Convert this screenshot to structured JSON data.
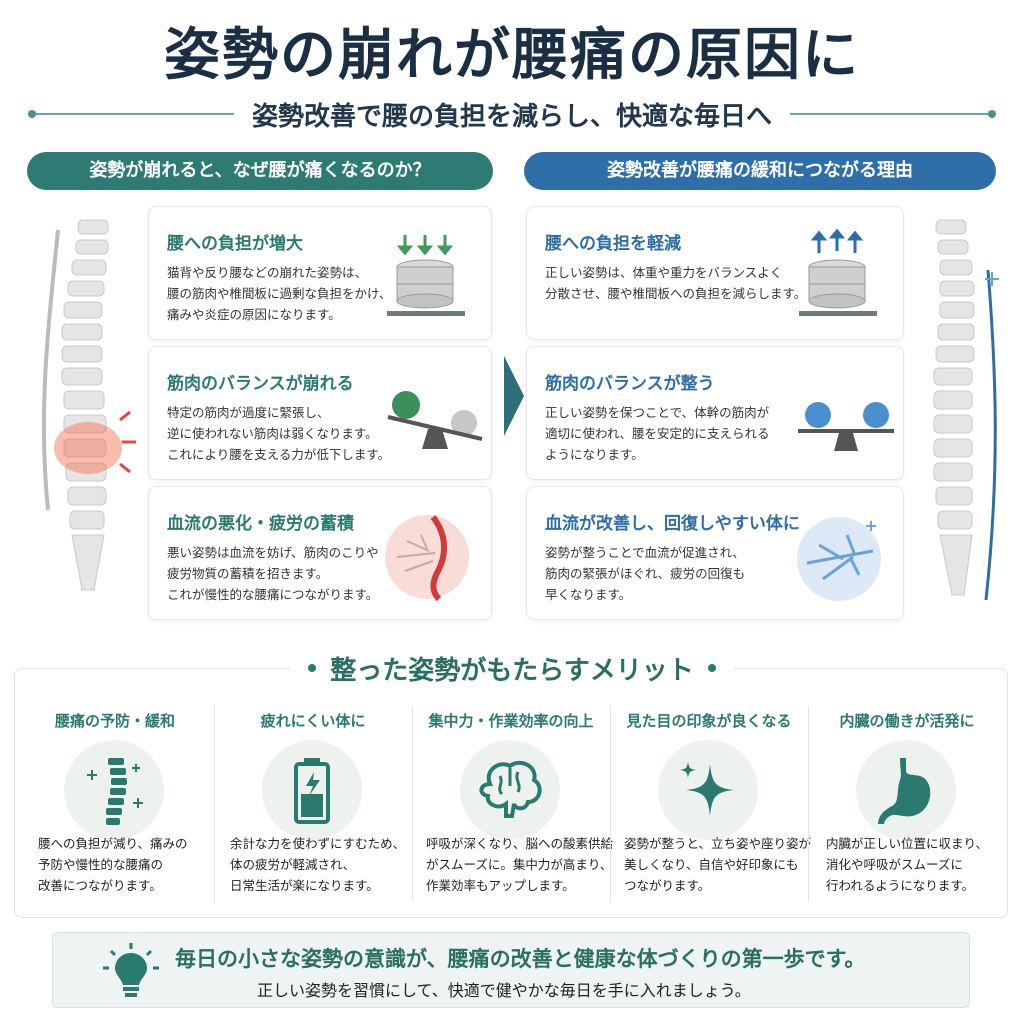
{
  "title": "姿勢の崩れが腰痛の原因に",
  "subtitle": "姿勢改善で腰の負担を減らし、快適な毎日へ",
  "left_column": {
    "header": "姿勢が崩れると、なぜ腰が痛くなるのか？",
    "cards": [
      {
        "heading": "腰への負担が増大",
        "lines": [
          "猫背や反り腰などの崩れた姿勢は、",
          "腰の筋肉や椎間板に過剰な負担をかけ、",
          "痛みや炎症の原因になります。"
        ],
        "icon": "compressed-disc-icon"
      },
      {
        "heading": "筋肉のバランスが崩れる",
        "lines": [
          "特定の筋肉が過度に緊張し、",
          "逆に使われない筋肉は弱くなります。",
          "これにより腰を支える力が低下します。"
        ],
        "icon": "unbalanced-scale-icon"
      },
      {
        "heading": "血流の悪化・疲労の蓄積",
        "lines": [
          "悪い姿勢は血流を妨げ、筋肉のこりや",
          "疲労物質の蓄積を招きます。",
          "これが慢性的な腰痛につながります。"
        ],
        "icon": "poor-circulation-icon"
      }
    ]
  },
  "right_column": {
    "header": "姿勢改善が腰痛の緩和につながる理由",
    "cards": [
      {
        "heading": "腰への負担を軽減",
        "lines": [
          "正しい姿勢は、体重や重力をバランスよく",
          "分散させ、腰や椎間板への負担を減らします。"
        ],
        "icon": "relieved-disc-icon"
      },
      {
        "heading": "筋肉のバランスが整う",
        "lines": [
          "正しい姿勢を保つことで、体幹の筋肉が",
          "適切に使われ、腰を安定的に支えられる",
          "ようになります。"
        ],
        "icon": "balanced-scale-icon"
      },
      {
        "heading": "血流が改善し、回復しやすい体に",
        "lines": [
          "姿勢が整うことで血流が促進され、",
          "筋肉の緊張がほぐれ、疲労の回復も",
          "早くなります。"
        ],
        "icon": "good-circulation-icon"
      }
    ]
  },
  "merits": {
    "title": "整った姿勢がもたらすメリット",
    "items": [
      {
        "heading": "腰痛の予防・緩和",
        "lines": [
          "腰への負担が減り、痛みの",
          "予防や慢性的な腰痛の",
          "改善につながります。"
        ],
        "icon": "spine-sparkle-icon"
      },
      {
        "heading": "疲れにくい体に",
        "lines": [
          "余計な力を使わずにすむため、",
          "体の疲労が軽減され、",
          "日常生活が楽になります。"
        ],
        "icon": "battery-icon"
      },
      {
        "heading": "集中力・作業効率の向上",
        "lines": [
          "呼吸が深くなり、脳への酸素供給",
          "がスムーズに。集中力が高まり、",
          "作業効率もアップします。"
        ],
        "icon": "brain-icon"
      },
      {
        "heading": "見た目の印象が良くなる",
        "lines": [
          "姿勢が整うと、立ち姿や座り姿が",
          "美しくなり、自信や好印象にも",
          "つながります。"
        ],
        "icon": "sparkle-icon"
      },
      {
        "heading": "内臓の働きが活発に",
        "lines": [
          "内臓が正しい位置に収まり、",
          "消化や呼吸がスムーズに",
          "行われるようになります。"
        ],
        "icon": "stomach-icon"
      }
    ]
  },
  "footer": {
    "main": "毎日の小さな姿勢の意識が、腰痛の改善と健康な体づくりの第一歩です。",
    "sub": "正しい姿勢を習慣にして、快適で健やかな毎日を手に入れましょう。",
    "icon": "lightbulb-icon"
  },
  "colors": {
    "green": "#2b7a6f",
    "blue": "#2e6ea6",
    "navy": "#1b2f44",
    "pain": "#e0483a"
  }
}
